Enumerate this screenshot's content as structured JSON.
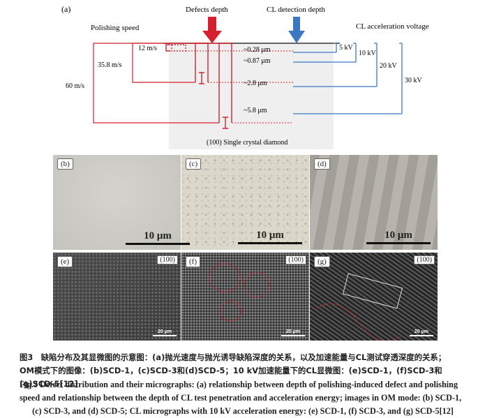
{
  "diagram": {
    "panel_label": "(a)",
    "polishing_speed_title": "Polishing speed",
    "defects_depth_title": "Defects depth",
    "cl_detection_title": "CL detection depth",
    "cl_voltage_title": "CL acceleration voltage",
    "speeds": [
      "12 m/s",
      "35.8 m/s",
      "60 m/s"
    ],
    "depths": [
      "~0.28 μm",
      "~0.87 μm",
      "~2.8 μm",
      "~5.8 μm"
    ],
    "voltages": [
      "5 kV",
      "10 kV",
      "20 kV",
      "30 kV"
    ],
    "substrate_label": "(100) Single crystal diamond",
    "colors": {
      "red": "#d8202c",
      "blue": "#3a78c3"
    }
  },
  "panels": {
    "b": {
      "label": "(b)",
      "scale": "10 μm"
    },
    "c": {
      "label": "(c)",
      "scale": "10 μm"
    },
    "d": {
      "label": "(d)",
      "scale": "10 μm"
    },
    "e": {
      "label": "(e)",
      "orientation": "(100)",
      "scale": "20 μm"
    },
    "f": {
      "label": "(f)",
      "orientation": "(100)",
      "scale": "20 μm"
    },
    "g": {
      "label": "(g)",
      "orientation": "(100)",
      "scale": "20 μm"
    }
  },
  "caption": {
    "cn_line1": "图3　缺陷分布及其显微图的示意图：(a)抛光速度与抛光诱导缺陷深度的关系，以及加速能量与CL测试穿透深度的关系；",
    "cn_line2": "OM模式下的图像：(b)SCD-1，(c)SCD-3和(d)SCD-5；10 kV加速能量下的CL显微图：(e)SCD-1，(f)SCD-3和(g)SCD-5[12]",
    "en_line1": "Fig.3  Defect distribution and their micrographs: (a) relationship between depth of polishing-induced defect and polishing",
    "en_line2": "speed and relationship between  the depth of CL test penetration and acceleration energy; images in OM mode: (b) SCD-1,",
    "en_line3": "(c) SCD-3, and (d) SCD-5; CL micrographs with 10 kV acceleration energy: (e) SCD-1, (f) SCD-3, and (g) SCD-5[12]"
  }
}
